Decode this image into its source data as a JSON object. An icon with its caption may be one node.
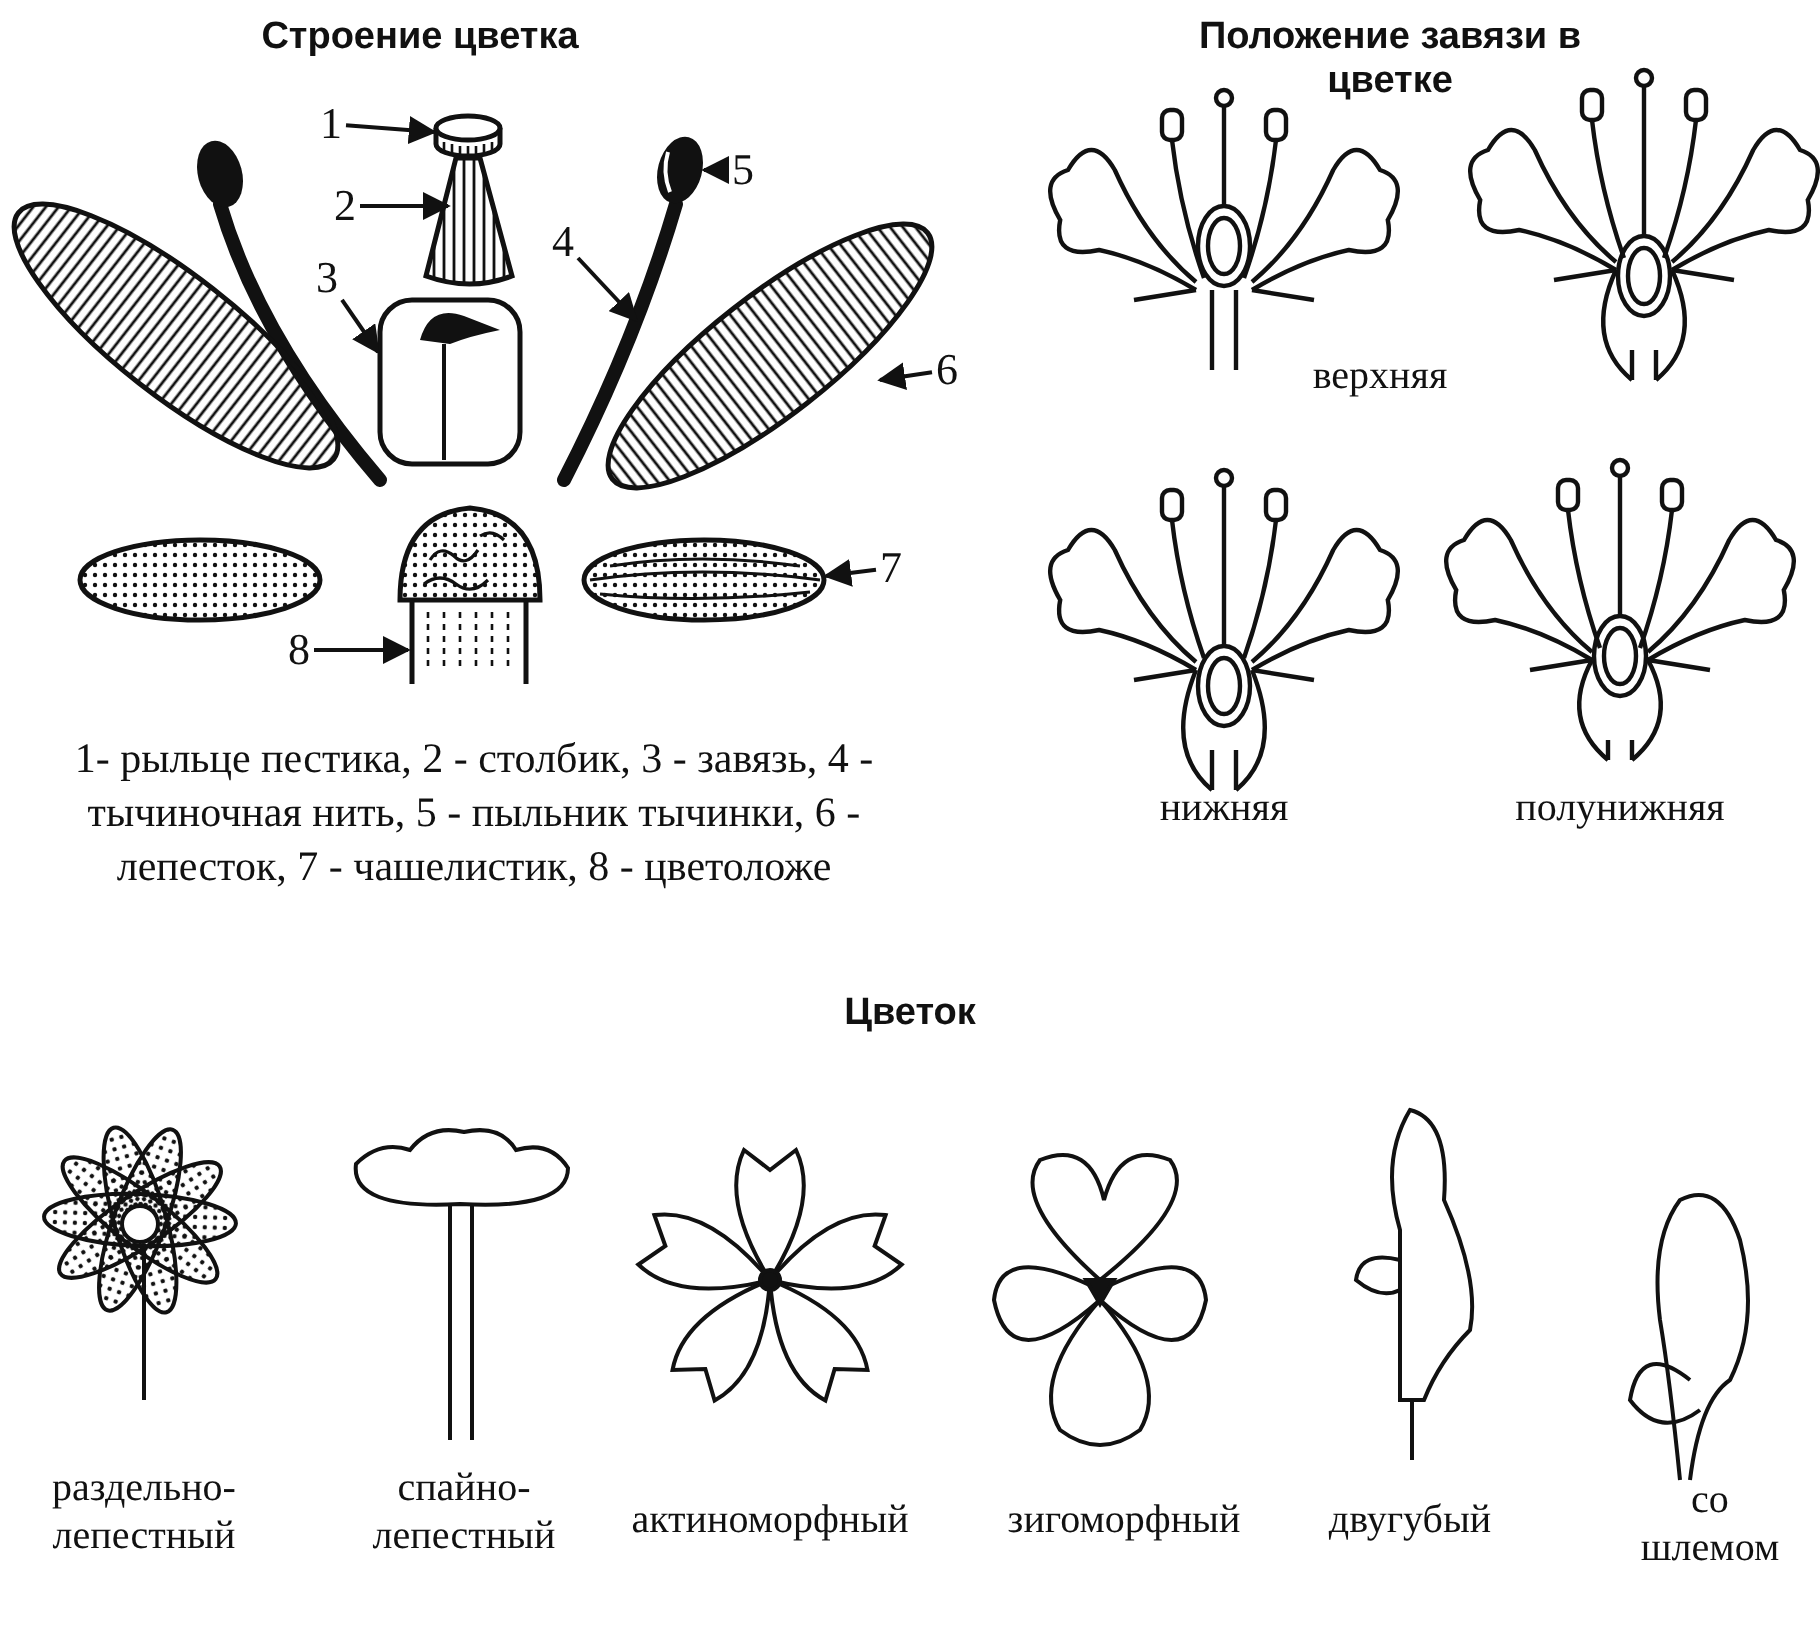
{
  "diagram": {
    "nodes": [
      {
        "text": [
          "1"
        ]
      },
      {
        "text": [
          "2"
        ]
      },
      {
        "text": [
          "3"
        ]
      },
      {
        "text": [
          "4"
        ]
      },
      {
        "text": [
          "5"
        ]
      },
      {
        "text": [
          "6"
        ]
      },
      {
        "text": [
          "7"
        ]
      },
      {
        "text": [
          "8"
        ]
      },
      {
        "text": [],
        "shape": "picture"
      },
      {
        "text": [],
        "shape": "picture"
      },
      {
        "text": [],
        "shape": "picture"
      },
      {
        "text": [],
        "shape": "picture"
      },
      {
        "text": [],
        "shape": "picture"
      },
      {
        "text": [],
        "shape": "picture"
      },
      {
        "text": [],
        "shape": "picture"
      },
      {
        "text": [],
        "shape": "picture"
      }
    ],
    "edges": [
      {
        "from": 0,
        "to": 8,
        "arrow": "to"
      },
      {
        "from": 1,
        "to": 9,
        "arrow": "to"
      },
      {
        "from": 2,
        "to": 10,
        "arrow": "to"
      },
      {
        "from": 3,
        "to": 11,
        "arrow": "to"
      },
      {
        "from": 4,
        "to": 12,
        "arrow": "to"
      },
      {
        "from": 5,
        "to": 13,
        "arrow": "to"
      },
      {
        "from": 6,
        "to": 14,
        "arrow": "to"
      },
      {
        "from": 7,
        "to": 15,
        "arrow": "to"
      }
    ],
    "labels": [
      "Строение цветка",
      "1- рыльце пестика, 2 - столбик, 3 - завязь, 4 - тычиночная нить, 5 - пыльник тычинки, 6 - лепесток, 7 - чашелистик, 8 - цветоложе",
      "Положение завязи в цветке",
      "верхняя",
      "нижняя",
      "полунижняя",
      "Цветок",
      "раздельно- лепестный",
      "спайно- лепестный",
      "актиноморфный",
      "зигоморфный",
      "двугубый",
      "со шлемом"
    ]
  }
}
